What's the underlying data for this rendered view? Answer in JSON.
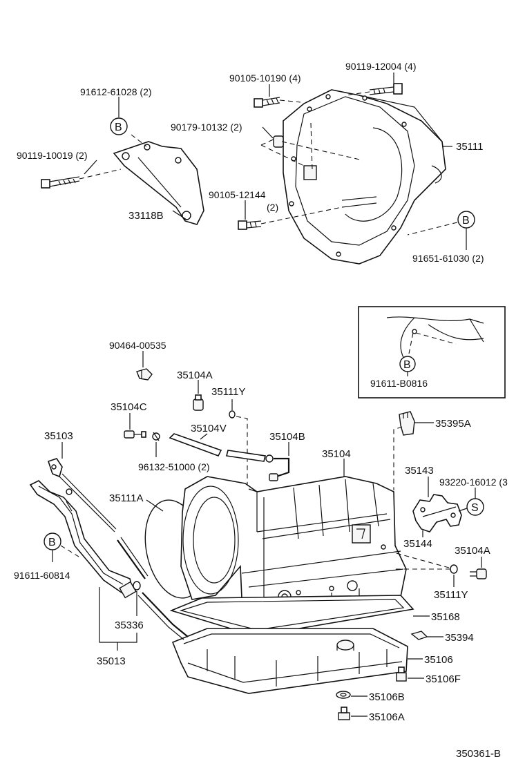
{
  "diagram": {
    "labels": {
      "l_91612_61028": "91612-61028 (2)",
      "l_90105_10190": "90105-10190 (4)",
      "l_90119_12004": "90119-12004 (4)",
      "l_90179_10132": "90179-10132 (2)",
      "l_35111": "35111",
      "l_90119_10019": "90119-10019 (2)",
      "l_33118B": "33118B",
      "l_90105_12144": "90105-12144",
      "l_90105_12144_qty": "(2)",
      "l_91651_61030": "91651-61030 (2)",
      "l_91611_B0816": "91611-B0816",
      "l_90464_00535": "90464-00535",
      "l_35104A_top": "35104A",
      "l_35111Y_top": "35111Y",
      "l_35104C": "35104C",
      "l_35395A": "35395A",
      "l_35103": "35103",
      "l_35104V": "35104V",
      "l_35104B": "35104B",
      "l_96132_51000": "96132-51000 (2)",
      "l_35104": "35104",
      "l_35143": "35143",
      "l_93220_16012": "93220-16012 (3",
      "l_35111A": "35111A",
      "l_35144": "35144",
      "l_35104A_right": "35104A",
      "l_91611_60814": "91611-60814",
      "l_35111Y_right": "35111Y",
      "l_35168": "35168",
      "l_35336": "35336",
      "l_35394": "35394",
      "l_35013": "35013",
      "l_35106": "35106",
      "l_35106F": "35106F",
      "l_35106B": "35106B",
      "l_35106A": "35106A",
      "l_diagram_id": "350361-B"
    },
    "markers": {
      "b": "B",
      "s": "S"
    }
  }
}
